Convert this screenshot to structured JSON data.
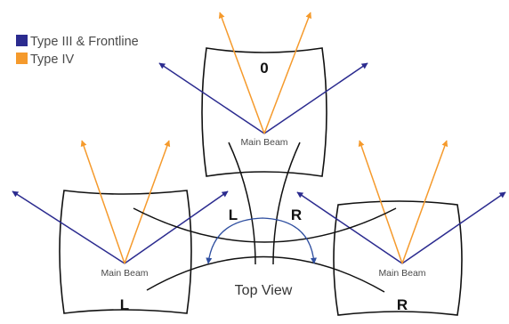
{
  "legend": {
    "items": [
      {
        "label": "Type III & Frontline",
        "color": "#2b2b8f"
      },
      {
        "label": "Type IV",
        "color": "#f59a2c"
      }
    ]
  },
  "panels": {
    "top": {
      "letter": "0",
      "beam_label": "Main Beam"
    },
    "left": {
      "letter": "L",
      "beam_label": "Main Beam"
    },
    "right": {
      "letter": "R",
      "beam_label": "Main Beam"
    }
  },
  "hull": {
    "left_letter": "L",
    "right_letter": "R"
  },
  "caption": "Top View",
  "colors": {
    "type_iii": "#2b2b8f",
    "type_iv": "#f59a2c",
    "arc": "#2f4fa0",
    "outline": "#111111"
  }
}
